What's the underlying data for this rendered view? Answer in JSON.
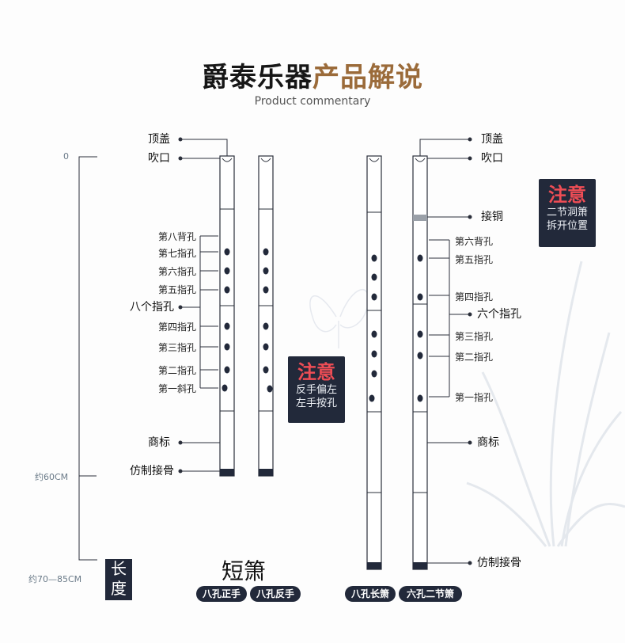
{
  "header": {
    "title_part1": "爵泰乐器",
    "title_part2": "产品解说",
    "subtitle": "Product commentary",
    "accent_color": "#9b6b3a"
  },
  "scale": {
    "zero": "0",
    "mid": "约60CM",
    "end": "约70—85CM",
    "length_label": "长\n度"
  },
  "left_labels": {
    "top_cap": "顶盖",
    "mouth": "吹口",
    "hole8": "第八背孔",
    "hole7": "第七指孔",
    "hole6": "第六指孔",
    "hole5": "第五指孔",
    "eight_holes": "八个指孔",
    "hole4": "第四指孔",
    "hole3": "第三指孔",
    "hole2": "第二指孔",
    "hole1": "第一斜孔",
    "trademark": "商标",
    "bone_joint": "仿制接骨"
  },
  "right_labels": {
    "top_cap": "顶盖",
    "mouth": "吹口",
    "copper_joint": "接铜",
    "hole6": "第六背孔",
    "hole5": "第五指孔",
    "hole4": "第四指孔",
    "six_holes": "六个指孔",
    "hole3": "第三指孔",
    "hole2": "第二指孔",
    "hole1": "第一指孔",
    "trademark": "商标",
    "bone_joint": "仿制接骨"
  },
  "notes": {
    "left_head": "注意",
    "left_line1": "反手偏左",
    "left_line2": "左手按孔",
    "right_head": "注意",
    "right_line1": "二节洞箫",
    "right_line2": "拆开位置"
  },
  "short_xiao": "短箫",
  "pills": {
    "p1": "八孔正手",
    "p2": "八孔反手",
    "p3": "八孔长箫",
    "p4": "六孔二节箫"
  },
  "colors": {
    "dark_panel": "#22293a",
    "note_red": "#ef4d55"
  }
}
